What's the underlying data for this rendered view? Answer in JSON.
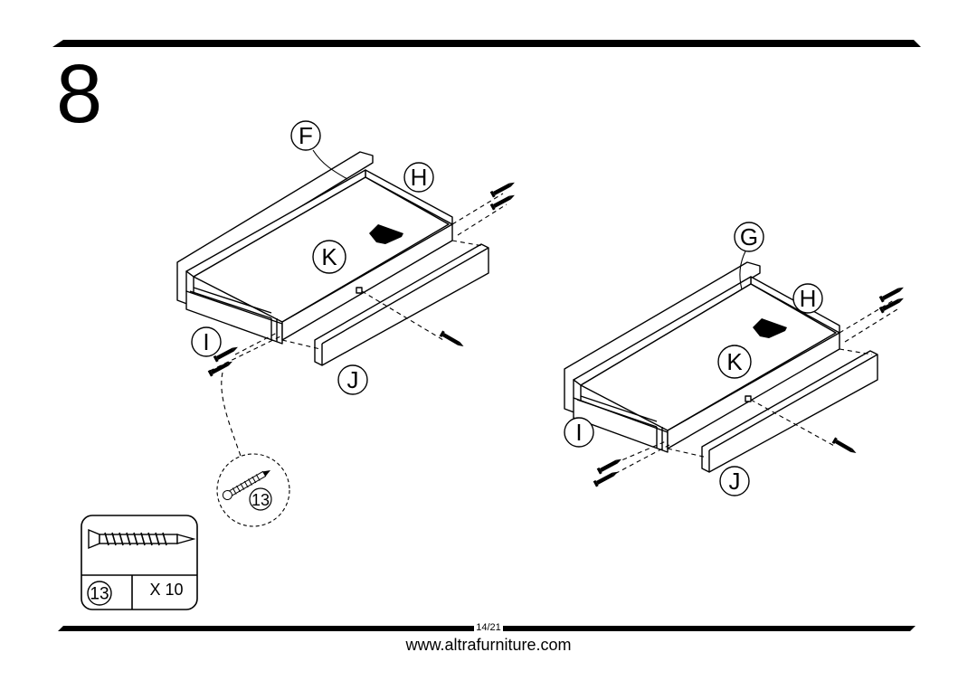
{
  "step_number": "8",
  "labels": {
    "left_f": "F",
    "left_h": "H",
    "left_k": "K",
    "left_i": "I",
    "left_j": "J",
    "right_g": "G",
    "right_h": "H",
    "right_k": "K",
    "right_i": "I",
    "right_j": "J"
  },
  "screw_detail_number": "13",
  "hardware": {
    "part_number": "13",
    "quantity": "X 10"
  },
  "footer": {
    "page": "14/21",
    "website": "www.altrafurniture.com"
  }
}
